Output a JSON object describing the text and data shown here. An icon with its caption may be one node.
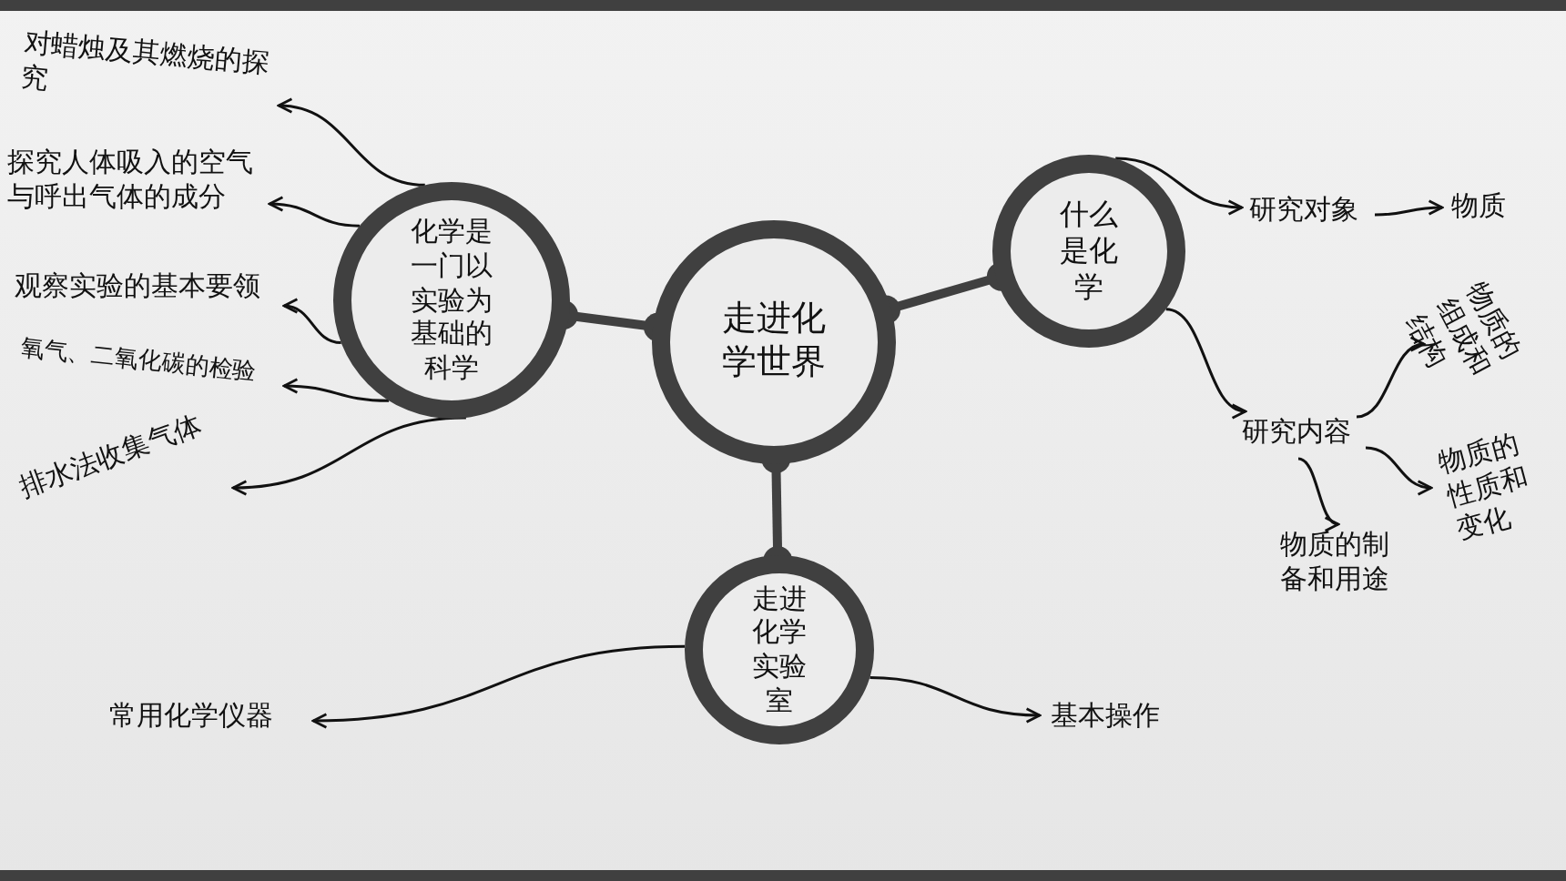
{
  "diagram": {
    "nodes": [
      {
        "text": [
          "走进化学世界"
        ]
      },
      {
        "text": [
          "化学是一门以实验为基础的科学"
        ]
      },
      {
        "text": [
          "什么是化学"
        ]
      },
      {
        "text": [
          "走进化学实验室"
        ]
      },
      {
        "text": [
          "对蜡烛及其燃烧的探究"
        ]
      },
      {
        "text": [
          "探究人体吸入的空气与呼出气体的成分"
        ]
      },
      {
        "text": [
          "观察实验的基本要领"
        ]
      },
      {
        "text": [
          "氧气、二氧化碳的检验"
        ]
      },
      {
        "text": [
          "排水法收集气体"
        ]
      },
      {
        "text": [
          "研究对象"
        ]
      },
      {
        "text": [
          "物质"
        ]
      },
      {
        "text": [
          "研究内容"
        ]
      },
      {
        "text": [
          "物质的组成和结构"
        ]
      },
      {
        "text": [
          "物质的性质和变化"
        ]
      },
      {
        "text": [
          "物质的制备和用途"
        ]
      },
      {
        "text": [
          "常用化学仪器"
        ]
      },
      {
        "text": [
          "基本操作"
        ]
      }
    ],
    "edges": [
      {
        "from": 0,
        "to": 1,
        "arrow": "other",
        "style": "thick"
      },
      {
        "from": 0,
        "to": 2,
        "arrow": "other",
        "style": "thick"
      },
      {
        "from": 0,
        "to": 3,
        "arrow": "other",
        "style": "thick"
      },
      {
        "from": 1,
        "to": 4,
        "arrow": "to"
      },
      {
        "from": 1,
        "to": 5,
        "arrow": "to"
      },
      {
        "from": 1,
        "to": 6,
        "arrow": "to"
      },
      {
        "from": 1,
        "to": 7,
        "arrow": "to"
      },
      {
        "from": 1,
        "to": 8,
        "arrow": "to"
      },
      {
        "from": 2,
        "to": 9,
        "arrow": "to"
      },
      {
        "from": 9,
        "to": 10,
        "arrow": "to"
      },
      {
        "from": 2,
        "to": 11,
        "arrow": "to"
      },
      {
        "from": 11,
        "to": 12,
        "arrow": "to"
      },
      {
        "from": 11,
        "to": 13,
        "arrow": "to"
      },
      {
        "from": 11,
        "to": 14,
        "arrow": "to"
      },
      {
        "from": 3,
        "to": 15,
        "arrow": "to"
      },
      {
        "from": 3,
        "to": 16,
        "arrow": "to"
      }
    ]
  }
}
